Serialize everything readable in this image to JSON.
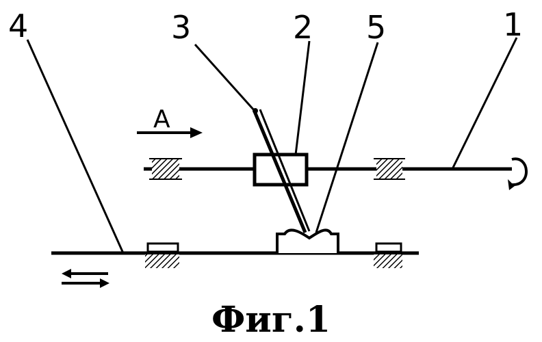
{
  "labels": {
    "l1": "1",
    "l2": "2",
    "l3": "3",
    "l4": "4",
    "l5": "5",
    "arrow_a": "A"
  },
  "caption": "Фиг.1"
}
